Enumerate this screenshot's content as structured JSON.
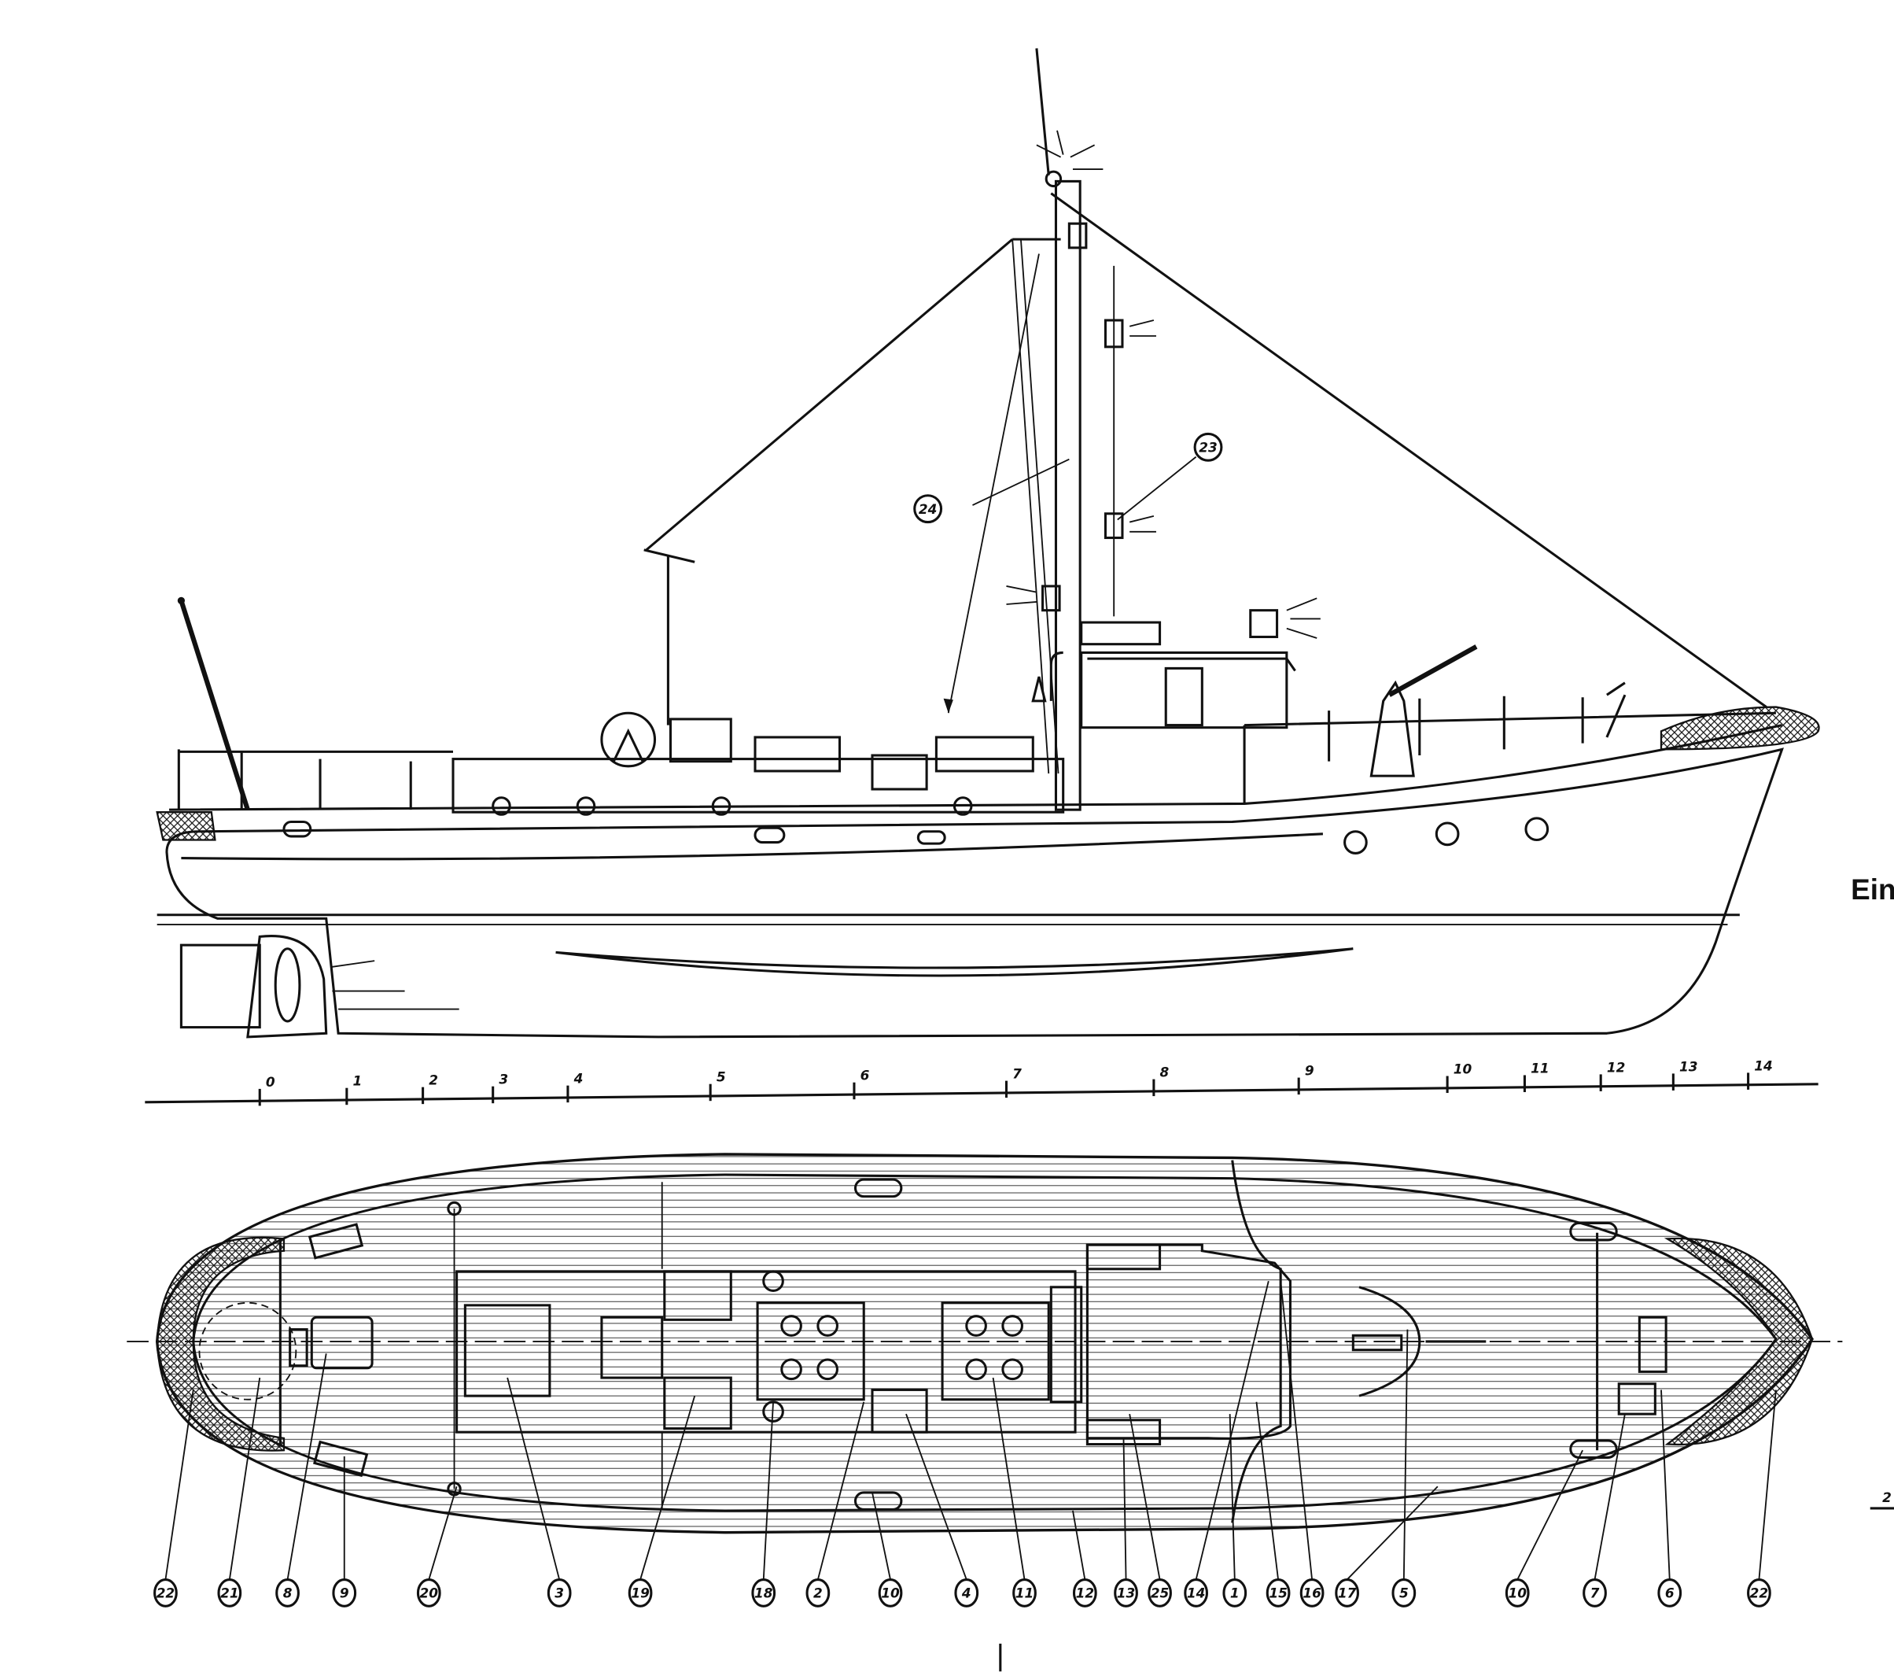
{
  "title_fragment": "Ein",
  "side_note": "2",
  "scale_labels": [
    "0",
    "1",
    "2",
    "3",
    "4",
    "5",
    "6",
    "7",
    "8",
    "9",
    "10",
    "11",
    "12",
    "13",
    "14"
  ],
  "profile_callouts": [
    "23",
    "24"
  ],
  "part_labels": [
    "22",
    "21",
    "8",
    "9",
    "20",
    "3",
    "19",
    "18",
    "2",
    "10",
    "4",
    "11",
    "12",
    "13",
    "25",
    "14",
    "1",
    "15",
    "16",
    "17",
    "5",
    "10",
    "7",
    "6",
    "22"
  ],
  "colors": {
    "ink": "#111111",
    "paper": "#ffffff"
  }
}
